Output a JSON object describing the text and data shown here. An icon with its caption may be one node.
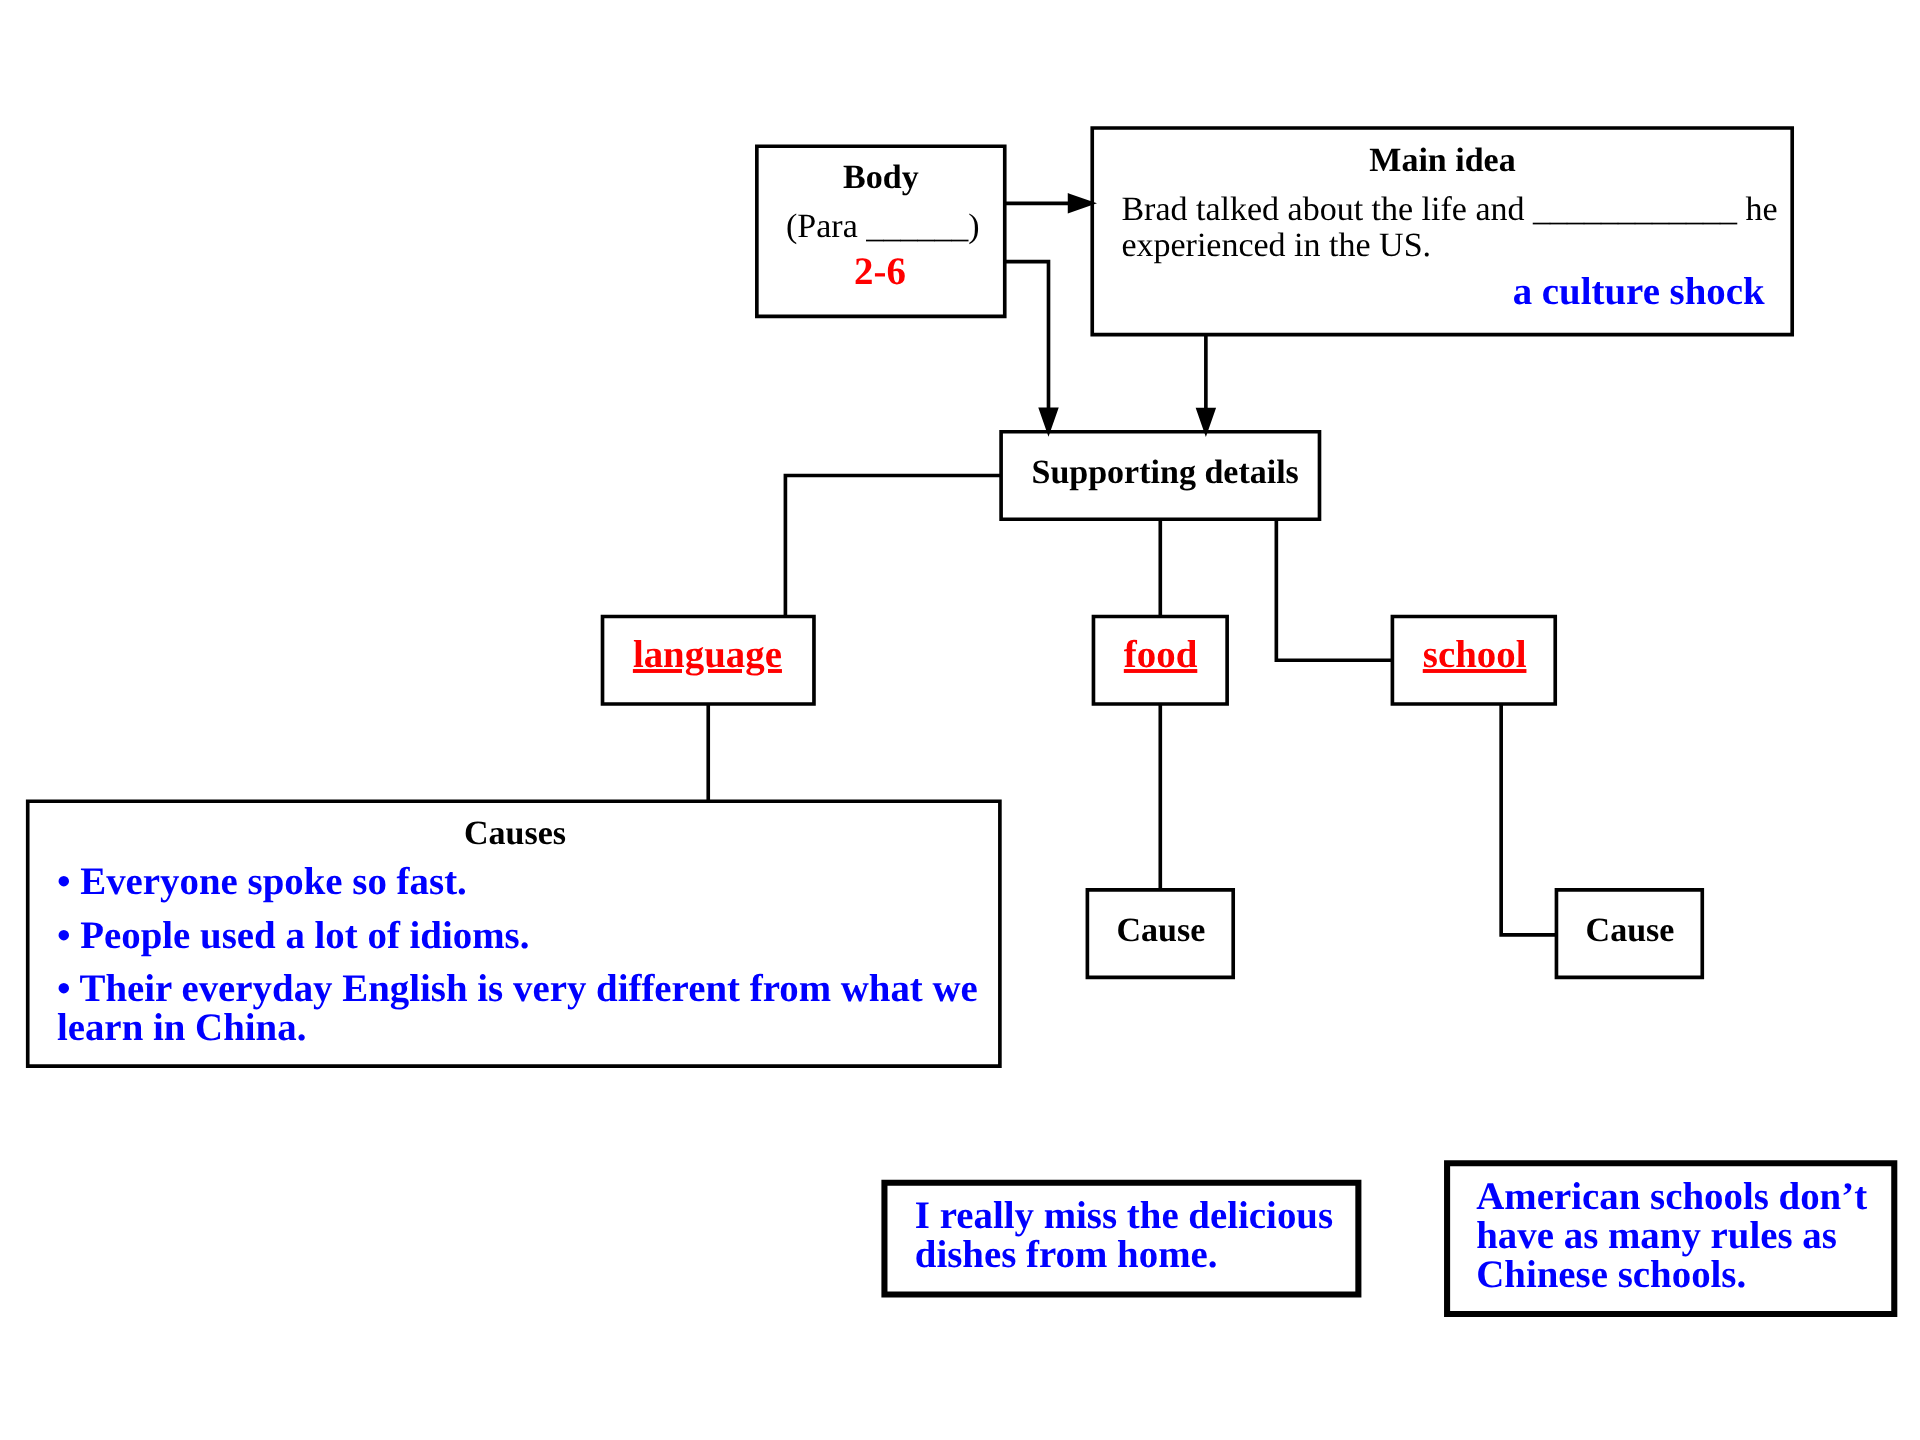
{
  "diagram": {
    "nodes": [
      {
        "text": [
          "Body",
          "(Para ______)",
          "2-6"
        ]
      },
      {
        "text": [
          "Main idea",
          "Brad talked about the life and ____________ he experienced in the US.",
          "a culture shock"
        ]
      },
      {
        "text": [
          "Supporting details"
        ]
      },
      {
        "text": [
          "language"
        ]
      },
      {
        "text": [
          "food"
        ]
      },
      {
        "text": [
          "school"
        ]
      },
      {
        "text": [
          "Causes",
          "• Everyone spoke so fast.",
          "• People used a lot of idioms.",
          "• Their everyday English is very different from what we learn in China."
        ]
      },
      {
        "text": [
          "Cause"
        ]
      },
      {
        "text": [
          "Cause"
        ]
      },
      {
        "text": [
          "I really miss the delicious dishes from home."
        ]
      },
      {
        "text": [
          "American schools don’t have as many rules as Chinese schools."
        ]
      }
    ],
    "edges": [
      {
        "from": 0,
        "to": 1,
        "arrow": "to"
      },
      {
        "from": 0,
        "to": 2,
        "arrow": "to"
      },
      {
        "from": 1,
        "to": 2,
        "arrow": "to"
      },
      {
        "from": 2,
        "to": 3,
        "arrow": "none"
      },
      {
        "from": 2,
        "to": 4,
        "arrow": "none"
      },
      {
        "from": 2,
        "to": 5,
        "arrow": "none"
      },
      {
        "from": 3,
        "to": 6,
        "arrow": "none"
      },
      {
        "from": 4,
        "to": 7,
        "arrow": "none"
      },
      {
        "from": 5,
        "to": 8,
        "arrow": "none"
      }
    ]
  }
}
